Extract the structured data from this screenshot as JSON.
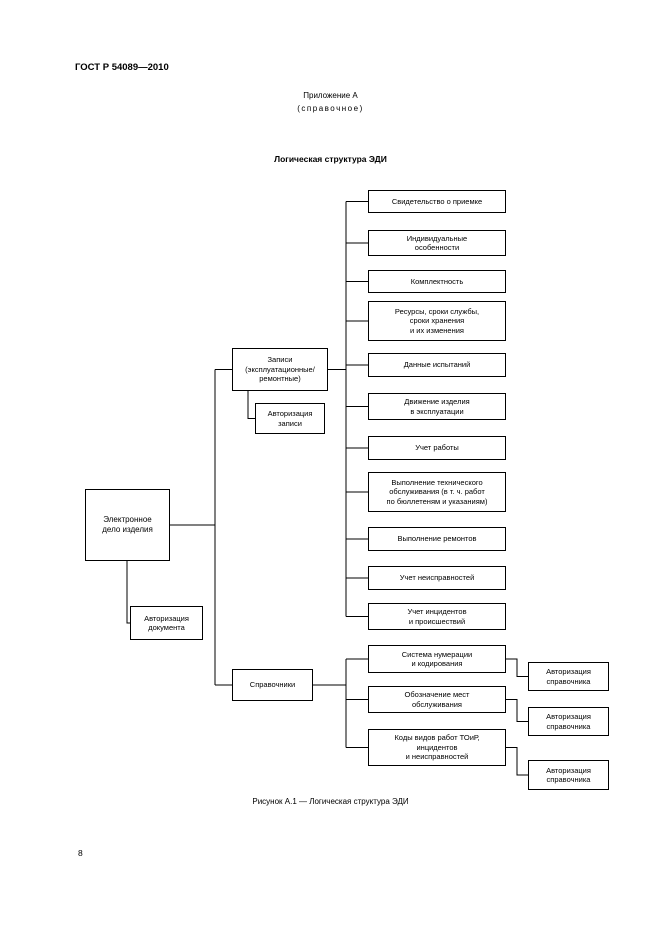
{
  "page": {
    "header": "ГОСТ Р 54089—2010",
    "appendix_title": "Приложение А",
    "appendix_subtitle": "(справочное)",
    "diagram_title": "Логическая структура ЭДИ",
    "figure_caption": "Рисунок А.1 — Логическая структура ЭДИ",
    "page_number": "8"
  },
  "diagram": {
    "root": "Электронное\nдело изделия",
    "document_authorization": "Авторизация\nдокумента",
    "records": "Записи\n(эксплуатационные/\nремонтные)",
    "record_authorization": "Авторизация\nзаписи",
    "directories": "Справочники",
    "directory_authorization": "Авторизация\nсправочника",
    "record_items": [
      "Свидетельство о приемке",
      "Индивидуальные\nособенности",
      "Комплектность",
      "Ресурсы, сроки службы,\nсроки хранения\nи их изменения",
      "Данные испытаний",
      "Движение изделия\nв эксплуатации",
      "Учет работы",
      "Выполнение технического\nобслуживания (в т. ч. работ\nпо бюллетеням и указаниям)",
      "Выполнение ремонтов",
      "Учет неисправностей",
      "Учет инцидентов\nи происшествий"
    ],
    "directory_items": [
      "Система нумерации\nи кодирования",
      "Обозначение мест\nобслуживания",
      "Коды видов работ ТОиР,\nинцидентов\nи неисправностей"
    ]
  }
}
